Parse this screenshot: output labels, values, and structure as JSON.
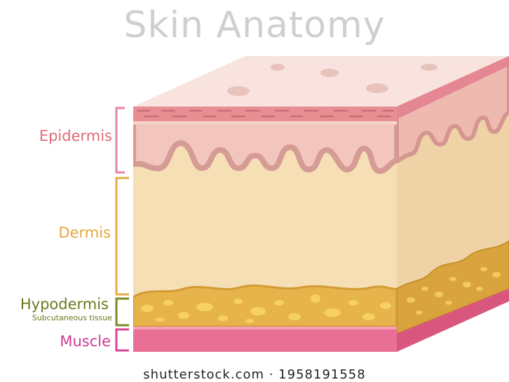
{
  "title": "Skin Anatomy",
  "layers": {
    "epidermis": "Epidermis",
    "dermis": "Dermis",
    "hypodermis": "Hypodermis",
    "hypodermis_sub": "Subcutaneous tissue",
    "muscle": "Muscle"
  },
  "watermark": "shutterstock.com · 1958191558",
  "colors": {
    "epidermis_label": "#e06a78",
    "dermis_label": "#e6a83a",
    "hypodermis_label": "#6b7a1c",
    "muscle_label": "#d23a97"
  }
}
